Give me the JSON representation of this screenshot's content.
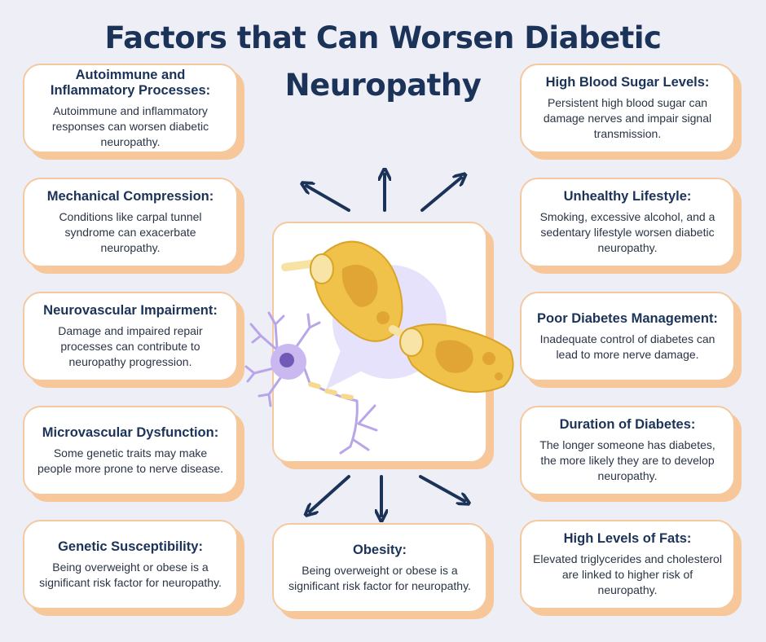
{
  "title": "Factors that Can Worsen Diabetic Neuropathy",
  "cards": {
    "autoimmune": {
      "heading": "Autoimmune and Inflammatory Processes:",
      "text": "Autoimmune and inflammatory responses can worsen diabetic neuropathy."
    },
    "mechanical": {
      "heading": "Mechanical Compression:",
      "text": "Conditions like carpal tunnel syndrome can exacerbate neuropathy."
    },
    "neurovascular": {
      "heading": "Neurovascular Impairment:",
      "text": "Damage and impaired repair processes can contribute to neuropathy progression."
    },
    "microvascular": {
      "heading": "Microvascular Dysfunction:",
      "text": "Some genetic traits may make people more prone to nerve disease."
    },
    "genetic": {
      "heading": "Genetic Susceptibility:",
      "text": "Being overweight or obese is a significant risk factor for neuropathy."
    },
    "obesity": {
      "heading": "Obesity:",
      "text": "Being overweight or obese is a significant risk factor for neuropathy."
    },
    "high_blood_sugar": {
      "heading": "High Blood Sugar Levels:",
      "text": "Persistent high blood sugar can damage nerves and impair signal transmission."
    },
    "unhealthy_lifestyle": {
      "heading": "Unhealthy Lifestyle:",
      "text": "Smoking, excessive alcohol, and a sedentary lifestyle worsen diabetic neuropathy."
    },
    "poor_management": {
      "heading": "Poor Diabetes Management:",
      "text": "Inadequate control of diabetes can lead to more nerve damage."
    },
    "duration": {
      "heading": "Duration of Diabetes:",
      "text": "The longer someone has diabetes, the more likely they are to develop neuropathy."
    },
    "high_fats": {
      "heading": "High Levels of Fats:",
      "text": "Elevated triglycerides and cholesterol are linked to higher risk of neuropathy."
    }
  },
  "colors": {
    "heading": "#1b3358",
    "card_border": "#f4c9a0",
    "card_shadow": "#f7c79a",
    "background": "#eeeef6",
    "arrow": "#1b3358",
    "nerve_fiber": "#f0c24a",
    "neuron": "#b9a6e8"
  },
  "icons": [
    "arrow-icon",
    "nerve-fiber-illustration",
    "neuron-illustration"
  ]
}
